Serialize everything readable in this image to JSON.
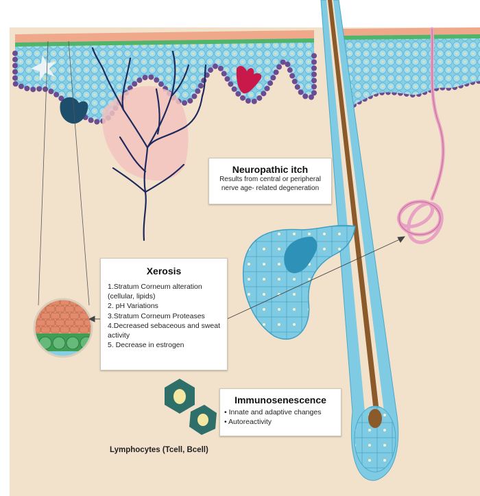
{
  "neuropathic": {
    "title": "Neuropathic itch",
    "lines": [
      "Results from  central or peripheral",
      "nerve age- related degeneration"
    ]
  },
  "xerosis": {
    "title": "Xerosis",
    "items": [
      "1.Stratum Corneum alteration (cellular, lipids)",
      "2. pH Variations",
      "3.Stratum Corneum Proteases",
      "4.Decreased sebaceous and sweat activity",
      "5. Decrease in estrogen"
    ]
  },
  "immunosenescence": {
    "title": "Immunosenescence",
    "items": [
      "• Innate and adaptive changes",
      "• Autoreactivity"
    ]
  },
  "lymphocytes_label": "Lymphocytes (Tcell, Bcell)",
  "colors": {
    "dermis": "#f3e2cb",
    "epidermis": "#8fd2e6",
    "basal_layer": "#6b4c93",
    "stratum_corneum": "#f0a88a",
    "nerve": "#1e2a5e",
    "melanocyte": "#1d4e6b",
    "langerhans": "#c9184a",
    "sebaceous_gland": "#4ab3d6",
    "sweat_gland": "#e8a2c4",
    "hair_shaft": "#8b5a2b",
    "lymphocyte": "#2e6f6a"
  }
}
